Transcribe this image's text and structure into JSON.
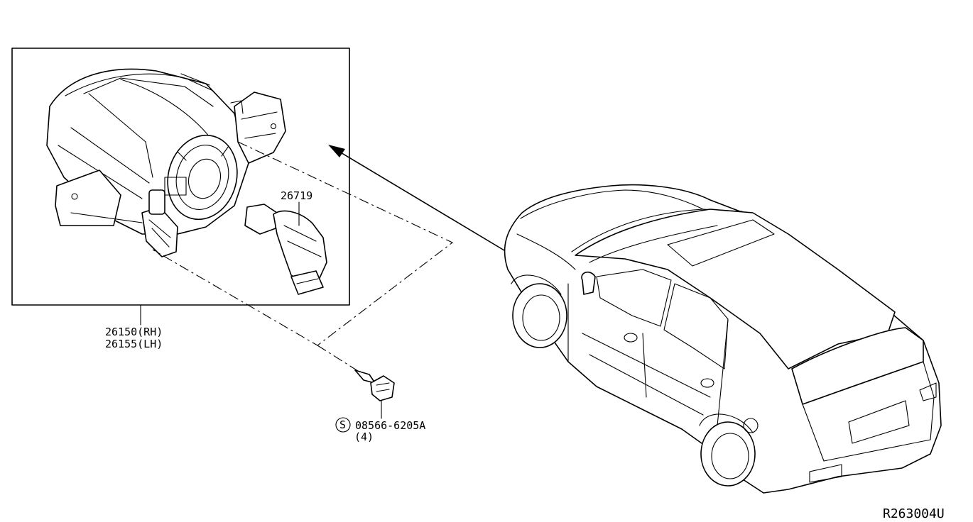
{
  "parts": {
    "bulb": {
      "number": "26719"
    },
    "fog_lamp": {
      "rh": "26150(RH)",
      "lh": "26155(LH)"
    },
    "screw": {
      "symbol": "S",
      "number": "08566-6205A",
      "qty": "(4)"
    }
  },
  "diagram_ref": "R263004U"
}
